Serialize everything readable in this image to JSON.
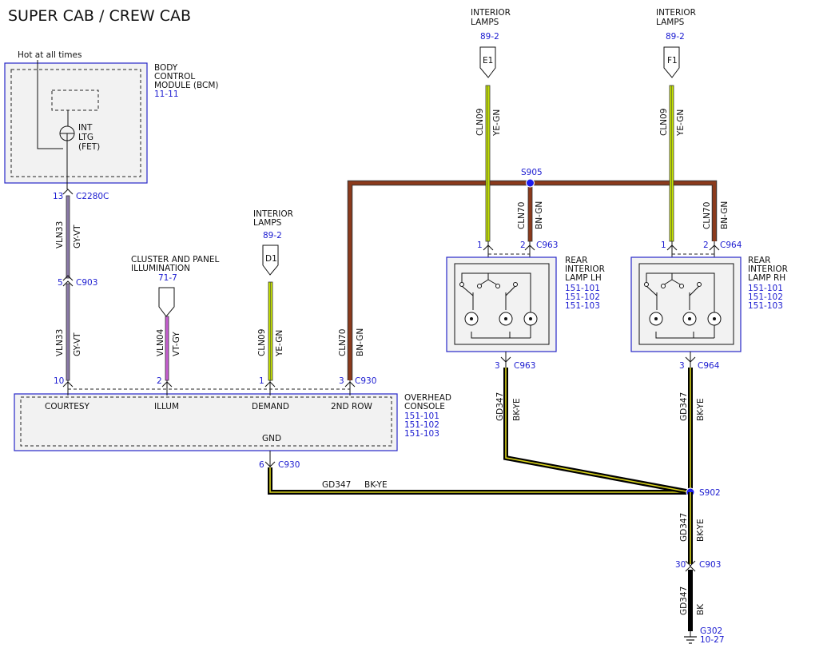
{
  "title": "SUPER CAB / CREW CAB",
  "bcm": {
    "hot_label": "Hot at all times",
    "name_lines": [
      "BODY",
      "CONTROL",
      "MODULE (BCM)"
    ],
    "ref": "11-11",
    "switch_lines": [
      "INT",
      "LTG",
      "(FET)"
    ],
    "pin": "13",
    "connector": "C2280C"
  },
  "vln33_upper": {
    "circuit": "VLN33",
    "color": "GY-VT"
  },
  "c903_mid": {
    "pin": "5",
    "connector": "C903"
  },
  "vln33_lower": {
    "circuit": "VLN33",
    "color": "GY-VT"
  },
  "cluster": {
    "name_lines": [
      "CLUSTER AND PANEL",
      "ILLUMINATION"
    ],
    "ref": "71-7"
  },
  "vln04": {
    "circuit": "VLN04",
    "color": "VT-GY"
  },
  "interior_d1": {
    "name_lines": [
      "INTERIOR",
      "LAMPS"
    ],
    "ref": "89-2",
    "connector": "D1"
  },
  "cln09_d1": {
    "circuit": "CLN09",
    "color": "YE-GN"
  },
  "cln70_main": {
    "circuit": "CLN70",
    "color": "BN-GN"
  },
  "overhead": {
    "name_lines": [
      "OVERHEAD",
      "CONSOLE"
    ],
    "refs": [
      "151-101",
      "151-102",
      "151-103"
    ],
    "pins": {
      "courtesy": "10",
      "illum": "2",
      "demand": "1",
      "second_row": "3"
    },
    "connector": "C930",
    "labels": {
      "courtesy": "COURTESY",
      "illum": "ILLUM",
      "demand": "DEMAND",
      "second_row": "2ND ROW",
      "gnd": "GND"
    },
    "gnd_pin": "6",
    "gnd_connector": "C930"
  },
  "gd347_horiz": {
    "circuit": "GD347",
    "color": "BK-YE"
  },
  "interior_e1": {
    "name_lines": [
      "INTERIOR",
      "LAMPS"
    ],
    "ref": "89-2",
    "connector": "E1"
  },
  "interior_f1": {
    "name_lines": [
      "INTERIOR",
      "LAMPS"
    ],
    "ref": "89-2",
    "connector": "F1"
  },
  "cln09_e1": {
    "circuit": "CLN09",
    "color": "YE-GN"
  },
  "cln09_f1": {
    "circuit": "CLN09",
    "color": "YE-GN"
  },
  "splice_s905": "S905",
  "cln70_lh": {
    "circuit": "CLN70",
    "color": "BN-GN"
  },
  "cln70_rh": {
    "circuit": "CLN70",
    "color": "BN-GN"
  },
  "lamp_lh": {
    "name_lines": [
      "REAR",
      "INTERIOR",
      "LAMP LH"
    ],
    "refs": [
      "151-101",
      "151-102",
      "151-103"
    ],
    "pin1": "1",
    "pin2": "2",
    "top_connector": "C963",
    "pin3": "3",
    "bottom_connector": "C963"
  },
  "lamp_rh": {
    "name_lines": [
      "REAR",
      "INTERIOR",
      "LAMP RH"
    ],
    "refs": [
      "151-101",
      "151-102",
      "151-103"
    ],
    "pin1": "1",
    "pin2": "2",
    "top_connector": "C964",
    "pin3": "3",
    "bottom_connector": "C964"
  },
  "gd347_lh": {
    "circuit": "GD347",
    "color": "BK-YE"
  },
  "gd347_rh": {
    "circuit": "GD347",
    "color": "BK-YE"
  },
  "splice_s902": "S902",
  "gd347_down": {
    "circuit": "GD347",
    "color": "BK-YE"
  },
  "c903_bottom": {
    "pin": "30",
    "connector": "C903"
  },
  "gd347_ground": {
    "circuit": "GD347",
    "color": "BK"
  },
  "ground": {
    "name": "G302",
    "ref": "10-27"
  },
  "colors": {
    "module_border": "#2727c9",
    "gy_vt": "#8a7aa6",
    "vt_gy": "#c65ed1",
    "ye_gn": "#c8e600",
    "bn_gn": "#8b3a1c",
    "bk_ye": "#101010",
    "splice": "#1d1df0"
  }
}
